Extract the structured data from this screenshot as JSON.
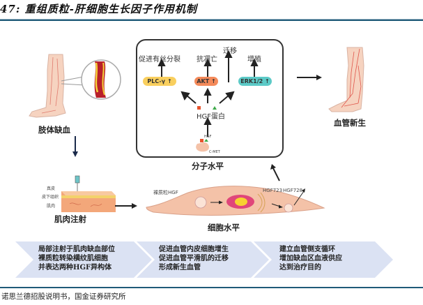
{
  "figure": {
    "title": "47: 重组质粒-肝细胞生长因子作用机制",
    "source": "诺思兰德招股说明书，国金证券研究所"
  },
  "limb": {
    "ischemia_label": "肢体缺血",
    "revascularization_label": "血管新生"
  },
  "injection": {
    "label": "肌肉注射",
    "layers": [
      "真皮",
      "皮下组织",
      "肌肉"
    ]
  },
  "molecular": {
    "label": "分子水平",
    "effects": [
      "促进有丝分裂",
      "抗凋亡",
      "迁移",
      "增殖"
    ],
    "pathways": [
      {
        "name": "PLC-γ",
        "arrow": "↑",
        "color": "#f9cf5e"
      },
      {
        "name": "AKT",
        "arrow": "↑",
        "color": "#f48a5a"
      },
      {
        "name": "ERK1/2",
        "arrow": "↑",
        "color": "#5ccac7"
      }
    ],
    "hgf_protein_label": "HGF蛋白",
    "hgf_label": "HGF",
    "receptor_label": "C-MET"
  },
  "cellular": {
    "label": "细胞水平",
    "plasmid_label": "裸质粒HGF",
    "isoforms": [
      "HGF723",
      "HGF728"
    ]
  },
  "steps": [
    {
      "lines": [
        "局部注射于肌肉缺血部位",
        "裸质粒转染横纹肌细胞",
        "并表达两种HGF异构体"
      ]
    },
    {
      "lines": [
        "促进血管内皮细胞增生",
        "促进血管平滑肌的迁移",
        "形成新生血管"
      ]
    },
    {
      "lines": [
        "建立血管侧支循环",
        "增加缺血区血液供应",
        "达到治疗目的"
      ]
    }
  ],
  "colors": {
    "rule": "#1f5a78",
    "chevron": "#dbe2f3",
    "skin": "#f6d3c0",
    "vessel": "#e0554a"
  }
}
